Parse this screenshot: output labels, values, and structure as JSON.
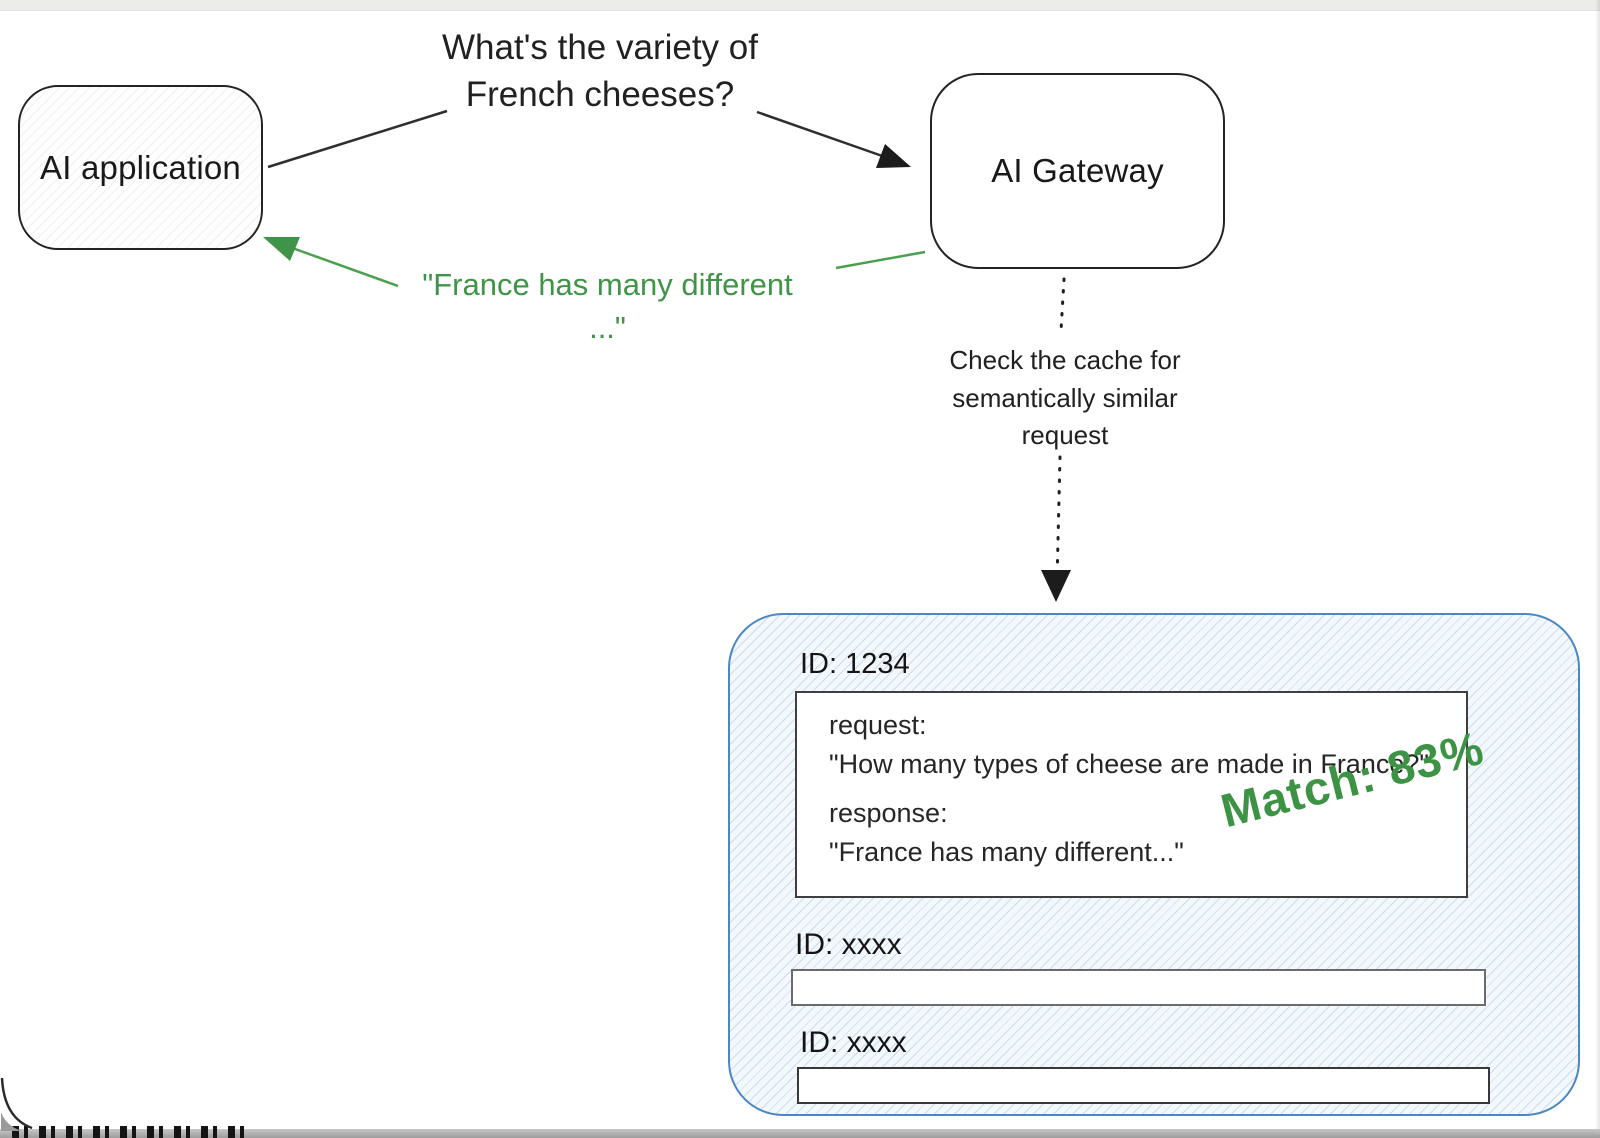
{
  "diagram": {
    "nodes": {
      "ai_application": {
        "label": "AI application"
      },
      "ai_gateway": {
        "label": "AI Gateway"
      }
    },
    "edges": {
      "request_label": {
        "line1": "What's the variety of",
        "line2": "French cheeses?"
      },
      "response_label": {
        "line1": "\"France has many different",
        "line2": "...\"",
        "color": "#3f9447"
      },
      "cache_check_label": {
        "line1": "Check the cache for",
        "line2": "semantically similar",
        "line3": "request"
      }
    },
    "cache": {
      "border_color": "#4b87c5",
      "entries": [
        {
          "id_label": "ID: 1234",
          "request_key": "request:",
          "request_value": "\"How many types of cheese are made in France?\"",
          "response_key": "response:",
          "response_value": "\"France has many different...\""
        },
        {
          "id_label": "ID: xxxx"
        },
        {
          "id_label": "ID: xxxx"
        }
      ],
      "match_badge": {
        "text": "Match: 83%",
        "color": "#3b9343"
      }
    }
  }
}
